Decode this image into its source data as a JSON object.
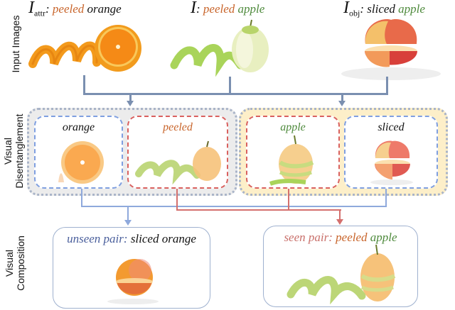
{
  "row_labels": {
    "input": "Input Images",
    "disentangle": [
      "Visual",
      "Disentanglement"
    ],
    "composition": [
      "Visual",
      "Composition"
    ]
  },
  "inputs": [
    {
      "symbol": "I",
      "subscript": "attr",
      "sep": ":",
      "attr": "peeled",
      "obj": "orange",
      "attr_color": "#c8642a",
      "obj_color": "#111111",
      "image": "peeled-orange"
    },
    {
      "symbol": "I",
      "subscript": "",
      "sep": ":",
      "attr": "peeled",
      "obj": "apple",
      "attr_color": "#c8642a",
      "obj_color": "#4e8a3c",
      "image": "peeled-apple"
    },
    {
      "symbol": "I",
      "subscript": "obj",
      "sep": ":",
      "attr": "sliced",
      "obj": "apple",
      "attr_color": "#111111",
      "obj_color": "#4e8a3c",
      "image": "sliced-apple"
    }
  ],
  "disentangle_groups": [
    {
      "bg": "#ececec",
      "boxes": [
        {
          "label": "orange",
          "label_color": "#111111",
          "border": "#7f9fe0",
          "image": "orange-half"
        },
        {
          "label": "peeled",
          "label_color": "#c8642a",
          "border": "#d9615f",
          "image": "peeled-apple-faded"
        }
      ]
    },
    {
      "bg": "#fdefc9",
      "boxes": [
        {
          "label": "apple",
          "label_color": "#4e8a3c",
          "border": "#d9615f",
          "image": "apple-peeled-stripes"
        },
        {
          "label": "sliced",
          "label_color": "#111111",
          "border": "#7f9fe0",
          "image": "sliced-apple-small"
        }
      ]
    }
  ],
  "compositions": [
    {
      "prefix": "unseen pair:",
      "prefix_color": "#4a5f9c",
      "attr": "sliced",
      "attr_color": "#111111",
      "obj": "orange",
      "obj_color": "#111111",
      "image": "sliced-orange"
    },
    {
      "prefix": "seen pair:",
      "prefix_color": "#c9706b",
      "attr": "peeled",
      "attr_color": "#c8642a",
      "obj": "apple",
      "obj_color": "#4e8a3c",
      "image": "peeled-apple-composed"
    }
  ],
  "colors": {
    "connector": "#7a8fb0",
    "blue_connector": "#8fa9dc",
    "red_connector": "#d4706e"
  }
}
